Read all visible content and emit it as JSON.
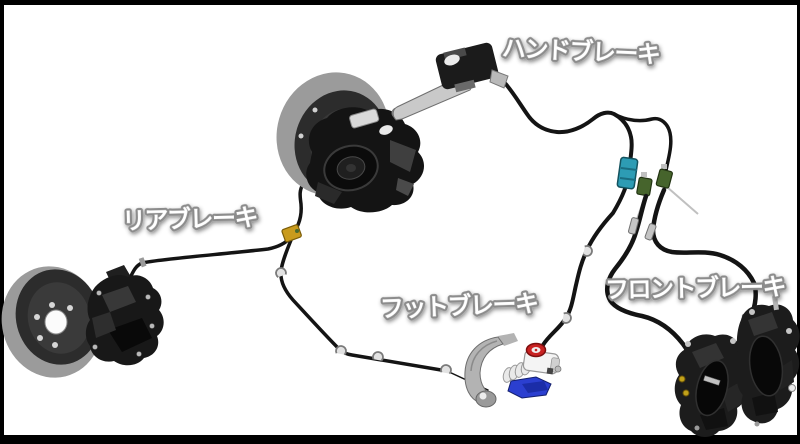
{
  "labels": {
    "hand_brake": "ハンドブレーキ",
    "rear_brake": "リアブレーキ",
    "foot_brake": "フットブレーキ",
    "front_brake": "フロントブレーキ"
  },
  "label_style": {
    "text_color": "#ffffff",
    "outline_color": "#8c8c8c"
  },
  "colors": {
    "frame": "#000000",
    "background": "#ffffff",
    "brake_line": "#141414",
    "disc_outer_gray": "#9b9b9b",
    "disc_face": "#2c2c2c",
    "caliper_black": "#181818",
    "metal_silver": "#c4c4c4",
    "teal_connector": "#2d9cb4",
    "green_valve": "#46642c",
    "yellow_junction": "#c99b1d",
    "reservoir_cap_red": "#c92222",
    "bracket_blue": "#2b3fd0"
  }
}
